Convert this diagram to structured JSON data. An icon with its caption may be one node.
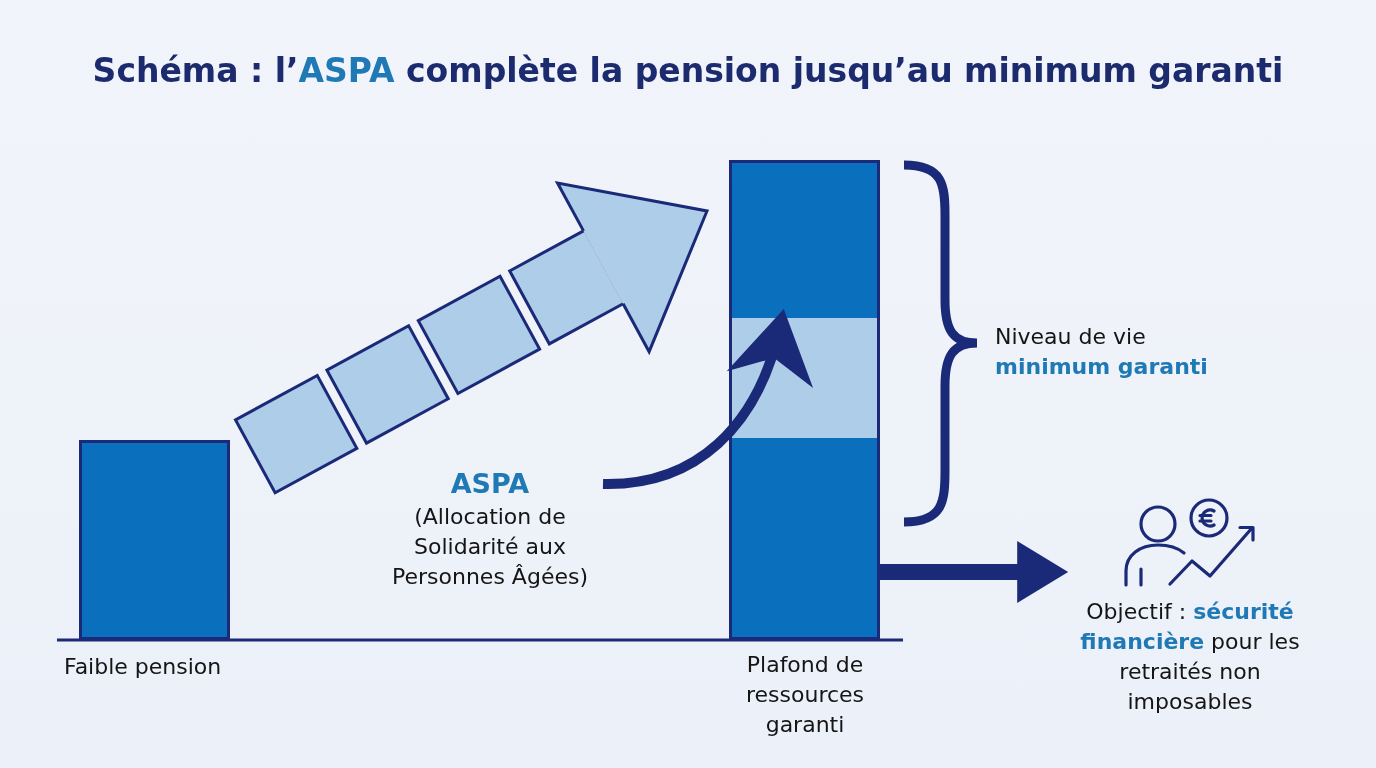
{
  "diagram": {
    "title": "Schéma : l’**ASPA** complète la pension jusqu’au minimum garanti",
    "nodes": [
      {
        "text": [],
        "shape": "bar",
        "beside": [
          "Faible pension"
        ]
      },
      {
        "text": [],
        "shape": "bar",
        "beside": [
          "Plafond de ressources garanti"
        ]
      },
      {
        "text": [],
        "shape": "band",
        "in": 1
      },
      {
        "text": [
          "ASPA",
          "(Allocation de Solidarité aux Personnes Âgées)"
        ]
      },
      {
        "text": [
          "Objectif : **sécurité financière** pour les retraités non imposables"
        ]
      }
    ],
    "edges": [
      {
        "from": 0,
        "to": 1,
        "arrow": "to",
        "style": "dashed",
        "color": "#aecde9"
      },
      {
        "from": 3,
        "to": 2,
        "arrow": "to"
      },
      {
        "from": 1,
        "to": 4,
        "arrow": "to"
      }
    ],
    "labels": [
      "Niveau de vie **minimum garanti**"
    ]
  }
}
